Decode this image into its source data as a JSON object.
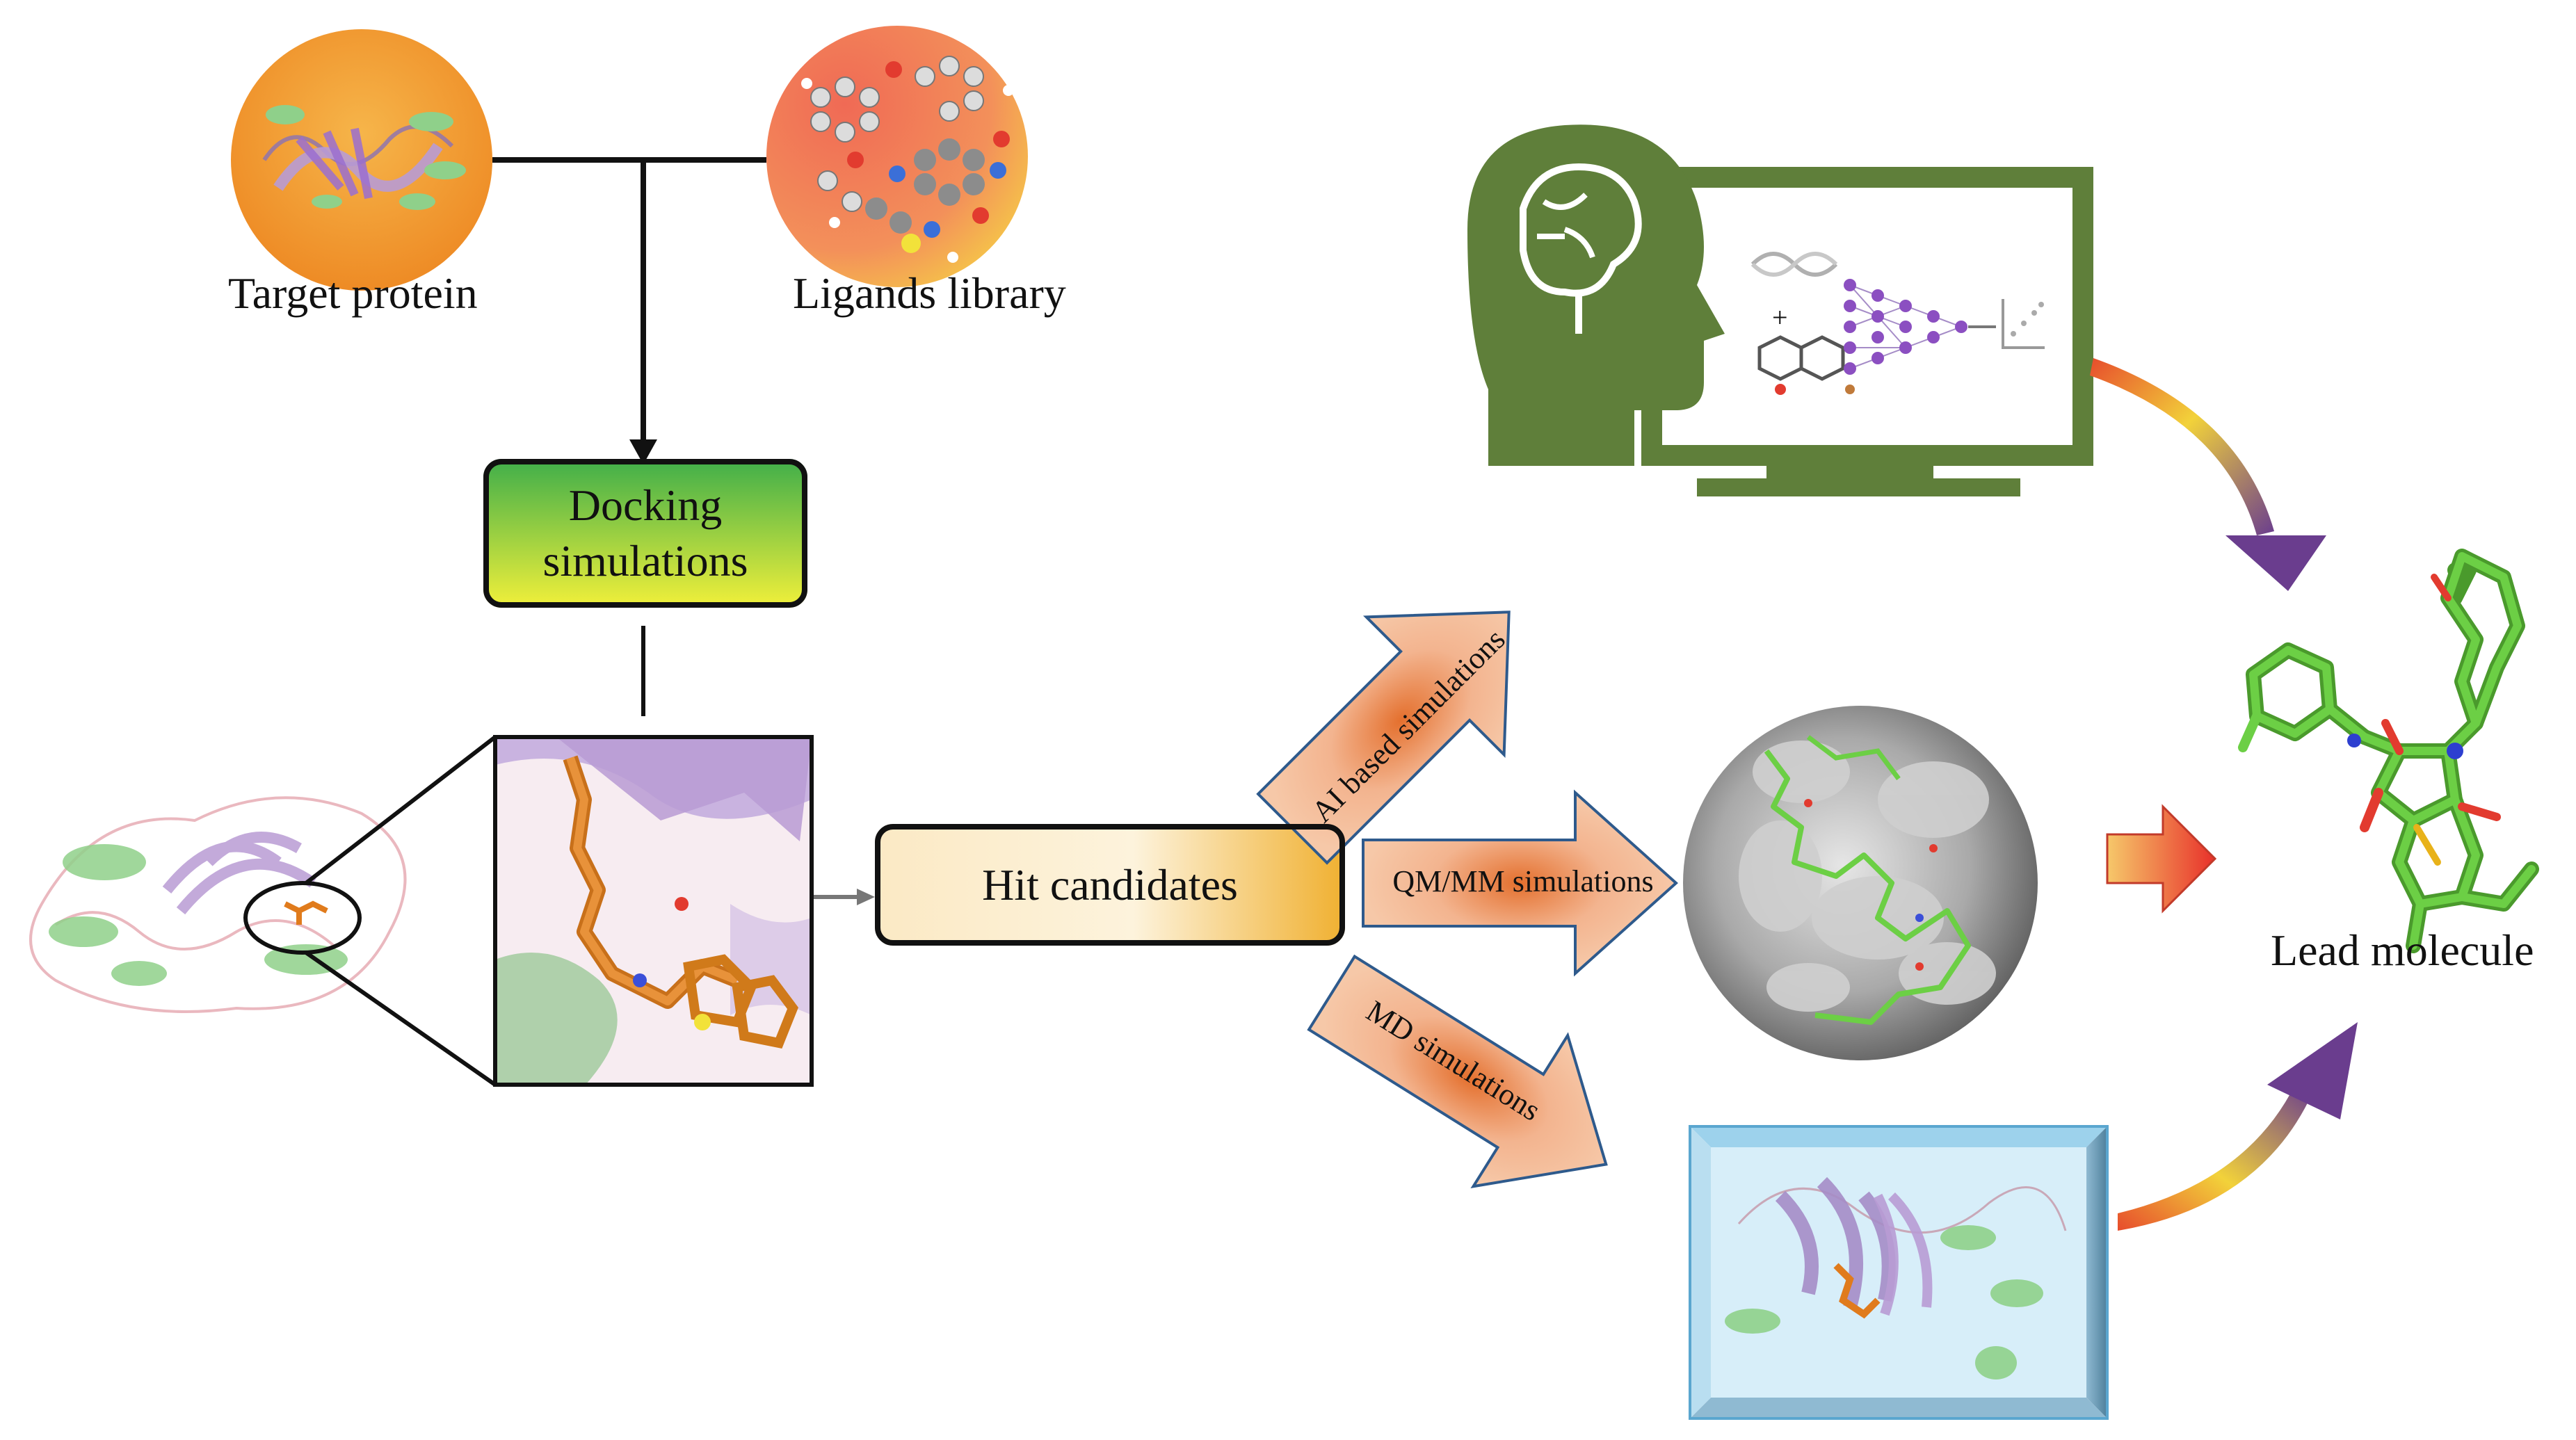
{
  "labels": {
    "target_protein": "Target protein",
    "ligands_library": "Ligands library",
    "docking_line1": "Docking",
    "docking_line2": "simulations",
    "hit_candidates": "Hit candidates",
    "ai_sim": "AI based simulations",
    "qmmm_sim": "QM/MM simulations",
    "md_sim": "MD simulations",
    "lead_molecule": "Lead molecule"
  },
  "colors": {
    "monitor_green": "#5f7f3a",
    "protein_green": "#8fd08a",
    "protein_purple": "#b89bd4",
    "ligand_orange": "#e07b1c",
    "target_circle": "#f4a33a",
    "ligand_circle": "#f06a55",
    "docking_top": "#3fae4a",
    "docking_bottom": "#f2f03a",
    "hit_fill": "#f5c56a",
    "arrow_fill": "#f1b08a",
    "arrow_center": "#e4702e",
    "md_box": "#bfe3f5",
    "md_box_edge": "#5aa6cf",
    "lead_green": "#6ccf45"
  }
}
